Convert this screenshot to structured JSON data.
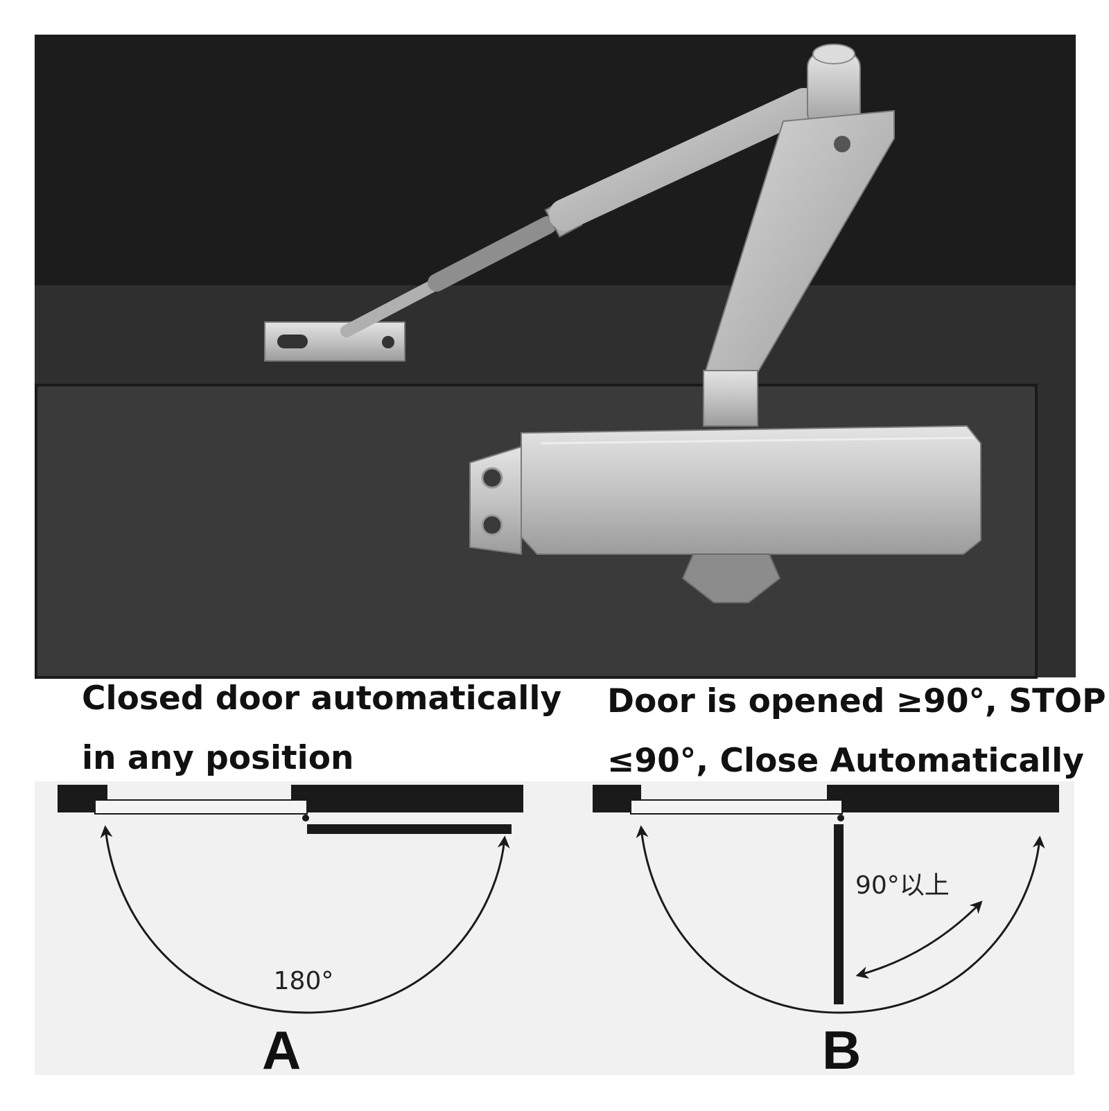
{
  "colors": {
    "frame_dark": "#1c1c1c",
    "door_panel": "#333333",
    "metal": "#c8c8c8",
    "diagram_bg": "#f1f1f1",
    "diagram_ink": "#1a1a1a"
  },
  "product": {
    "icon": "door-closer-icon"
  },
  "panel_a": {
    "caption_line1": "Closed door automatically",
    "caption_line2": "in any position",
    "angle_label": "180°",
    "letter": "A"
  },
  "panel_b": {
    "caption_line1": "Door is opened ≥90°, STOP",
    "caption_line2": "≤90°, Close Automatically",
    "angle_label": "90°以上",
    "letter": "B"
  }
}
